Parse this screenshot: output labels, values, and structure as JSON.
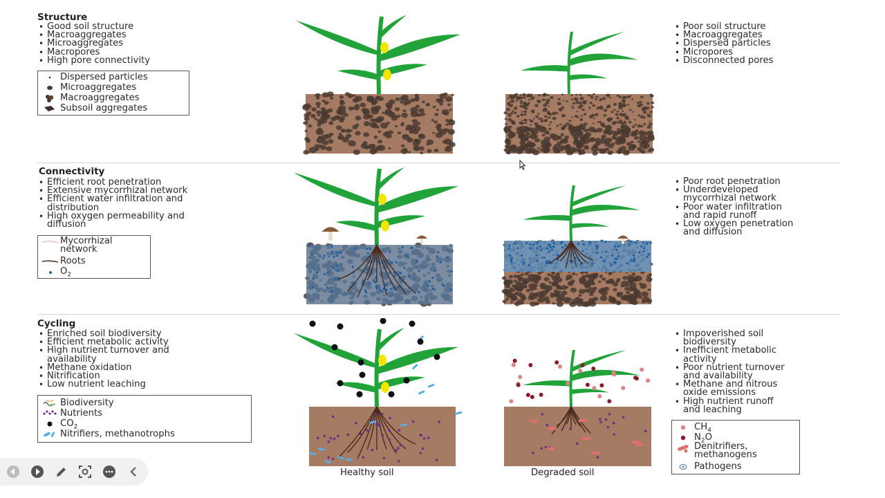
{
  "sections": {
    "structure": {
      "title": "Structure",
      "healthy_points": [
        "Good soil structure",
        "Macroaggregates",
        "Microaggregates",
        "Macropores",
        "High pore connectivity"
      ],
      "degraded_points": [
        "Poor soil structure",
        "Macroaggregates",
        "Dispersed particles",
        "Micropores",
        "Disconnected pores"
      ],
      "legend": [
        {
          "icon": "dispersed-particle-icon",
          "label": "Dispersed particles"
        },
        {
          "icon": "microaggregate-icon",
          "label": "Microaggregates"
        },
        {
          "icon": "macroaggregate-icon",
          "label": "Macroaggregates"
        },
        {
          "icon": "subsoil-aggregate-icon",
          "label": "Subsoil aggregates"
        }
      ]
    },
    "connectivity": {
      "title": "Connectivity",
      "healthy_points": [
        "Efficient root penetration",
        "Extensive mycorrhizal network",
        "Efficient water infiltration and\ndistribution",
        "High oxygen permeability and\ndiffusion"
      ],
      "degraded_points": [
        "Poor root penetration",
        "Underdeveloped\nmycorrhizal network",
        "Poor water infiltration\nand rapid runoff",
        "Low oxygen penetration\nand diffusion"
      ],
      "legend": [
        {
          "icon": "mycorrhizal-network-icon",
          "label": "Mycorrhizal\nnetwork"
        },
        {
          "icon": "roots-icon",
          "label": "Roots"
        },
        {
          "icon": "oxygen-icon",
          "label": "O",
          "sub": "2"
        }
      ]
    },
    "cycling": {
      "title": "Cycling",
      "healthy_points": [
        "Enriched soil biodiversity",
        "Efficient metabolic activity",
        "High nutrient turnover and\navailability",
        "Methane oxidation",
        "Nitrification",
        "Low nutrient leaching"
      ],
      "degraded_points": [
        "Impoverished soil\nbiodiversity",
        "Inefficient metabolic\nactivity",
        "Poor nutrient turnover\nand availability",
        "Methane and nitrous\noxide emissions",
        "High nutrient runoff\nand leaching"
      ],
      "legend_healthy": [
        {
          "icon": "biodiversity-icon",
          "label": "Biodiversity"
        },
        {
          "icon": "nutrients-icon",
          "label": "Nutrients"
        },
        {
          "icon": "co2-icon",
          "label": "CO",
          "sub": "2"
        },
        {
          "icon": "nitrifiers-icon",
          "label": "Nitrifiers, methanotrophs"
        }
      ],
      "legend_degraded": [
        {
          "icon": "ch4-icon",
          "label": "CH",
          "sub": "4"
        },
        {
          "icon": "n2o-icon",
          "label": "N",
          "sub": "2",
          "tail": "O"
        },
        {
          "icon": "denitrifiers-icon",
          "label": "Denitrifiers,\nmethanogens"
        },
        {
          "icon": "pathogens-icon",
          "label": "Pathogens"
        }
      ]
    }
  },
  "captions": {
    "healthy": "Healthy soil",
    "degraded": "Degraded soil"
  },
  "colors": {
    "soil": "#a57b63",
    "aggregate": "#4a3a30",
    "water": "#5b9bd5",
    "leaf": "#22a33a",
    "corn": "#f2e600",
    "ch4": "#d98585",
    "n2o": "#8c1a2e",
    "co2": "#111111"
  },
  "toolbar": [
    "prev-icon",
    "play-icon",
    "pen-icon",
    "focus-icon",
    "more-icon",
    "back-icon"
  ]
}
